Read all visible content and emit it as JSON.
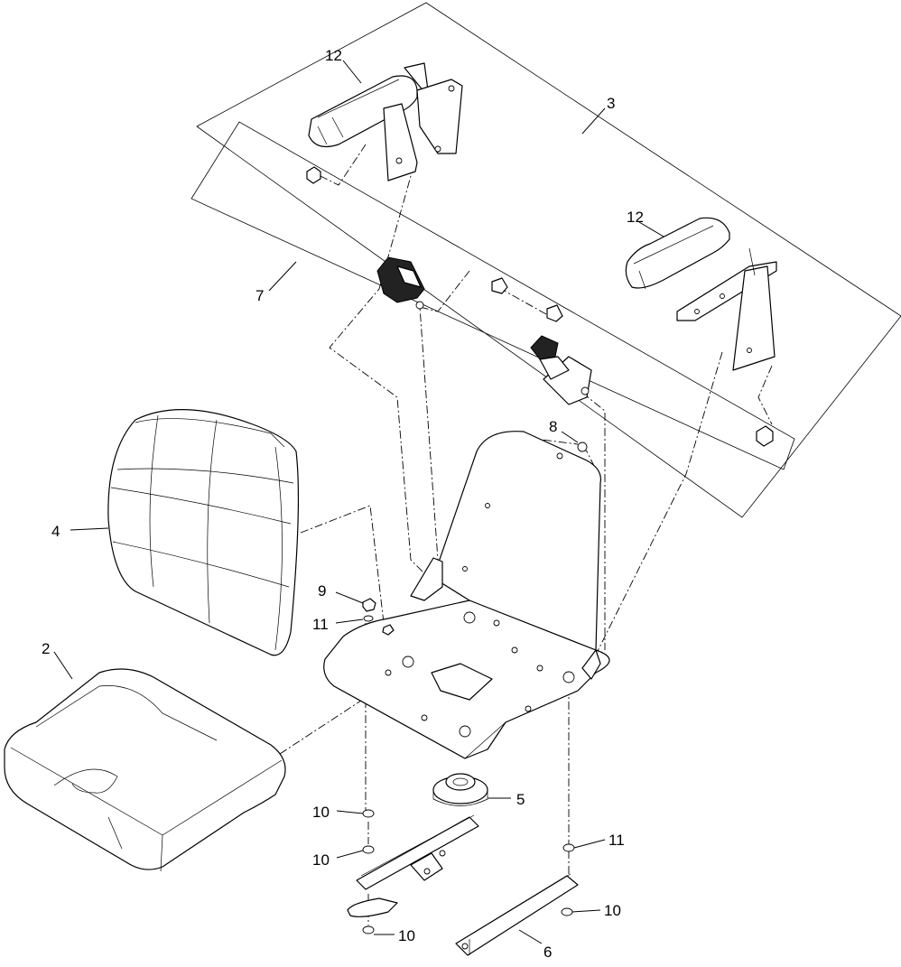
{
  "diagram": {
    "callouts": [
      {
        "id": "c12a",
        "label": "12"
      },
      {
        "id": "c12b",
        "label": "12"
      },
      {
        "id": "c3",
        "label": "3"
      },
      {
        "id": "c7",
        "label": "7"
      },
      {
        "id": "c8",
        "label": "8"
      },
      {
        "id": "c4",
        "label": "4"
      },
      {
        "id": "c9",
        "label": "9"
      },
      {
        "id": "c11a",
        "label": "11"
      },
      {
        "id": "c2",
        "label": "2"
      },
      {
        "id": "c5",
        "label": "5"
      },
      {
        "id": "c10a",
        "label": "10"
      },
      {
        "id": "c10b",
        "label": "10"
      },
      {
        "id": "c11b",
        "label": "11"
      },
      {
        "id": "c10c",
        "label": "10"
      },
      {
        "id": "c10d",
        "label": "10"
      },
      {
        "id": "c6",
        "label": "6"
      }
    ]
  }
}
